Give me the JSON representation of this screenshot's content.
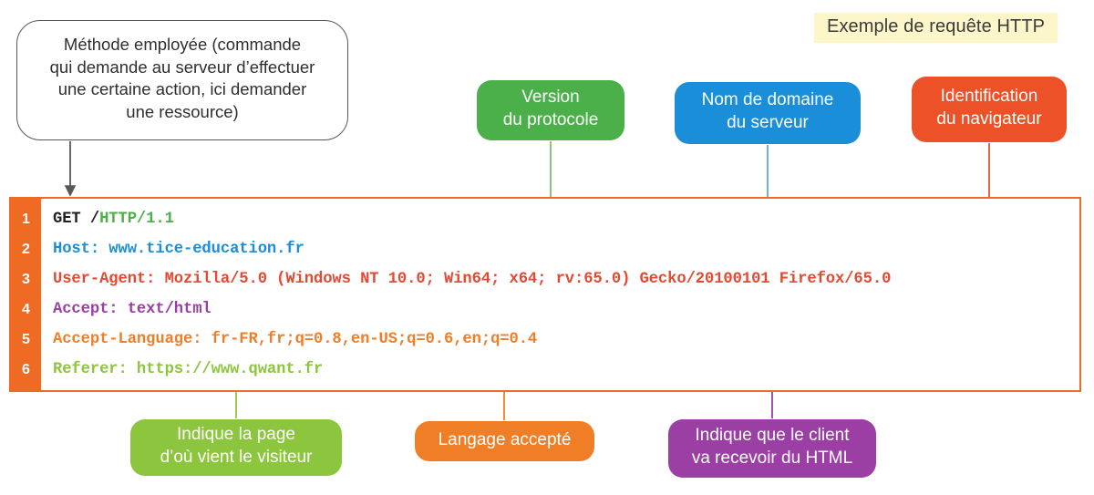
{
  "title": {
    "text": "Exemple de requête HTTP",
    "bg": "#fdf6c8"
  },
  "callouts": {
    "method": {
      "lines": [
        "Méthode employée (commande",
        "qui demande au serveur d’effectuer",
        "une certaine action, ici demander",
        "une ressource)"
      ],
      "border_color": "#58585a",
      "text_color": "#2f2f31"
    },
    "version": {
      "lines": [
        "Version",
        "du protocole"
      ],
      "color": "#4cb04a"
    },
    "domain": {
      "lines": [
        "Nom de domaine",
        "du serveur"
      ],
      "color": "#1a8ed8"
    },
    "browser": {
      "lines": [
        "Identification",
        "du navigateur"
      ],
      "color": "#ec5128"
    },
    "referer": {
      "lines": [
        "Indique la page",
        "d’où vient le visiteur"
      ],
      "color": "#8cc63e"
    },
    "language": {
      "lines": [
        "Langage accepté"
      ],
      "color": "#f07e26"
    },
    "accept": {
      "lines": [
        "Indique que le client",
        "va recevoir du HTML"
      ],
      "color": "#9b3fa5"
    }
  },
  "code": {
    "border_color": "#ef6a22",
    "gutter_color": "#ef6a22",
    "line_numbers": [
      "1",
      "2",
      "3",
      "4",
      "5",
      "6"
    ],
    "lines": [
      {
        "number": "1",
        "segments": [
          {
            "text": "GET /",
            "color": "#231f20"
          },
          {
            "text": "HTTP/1.1",
            "color": "#4cb04a"
          }
        ]
      },
      {
        "number": "2",
        "segments": [
          {
            "text": "Host: www.tice-education.fr",
            "color": "#1a8ed8"
          }
        ]
      },
      {
        "number": "3",
        "segments": [
          {
            "text": "User-Agent: Mozilla/5.0 (Windows NT 10.0; Win64; x64; rv:65.0) Gecko/20100101 Firefox/65.0",
            "color": "#e24a33"
          }
        ]
      },
      {
        "number": "4",
        "segments": [
          {
            "text": "Accept: text/html",
            "color": "#9b3fa5"
          }
        ]
      },
      {
        "number": "5",
        "segments": [
          {
            "text": "Accept-Language: fr-FR,fr;q=0.8,en-US;q=0.6,en;q=0.4",
            "color": "#f07e26"
          }
        ]
      },
      {
        "number": "6",
        "segments": [
          {
            "text": "Referer: https://www.qwant.fr",
            "color": "#8cc63e"
          }
        ]
      }
    ]
  },
  "connectors": [
    {
      "name": "method-to-line1",
      "color": "#58585a",
      "target_line": 1
    },
    {
      "name": "version-to-line1",
      "color": "#4cb04a",
      "target_line": 1
    },
    {
      "name": "domain-to-line2",
      "color": "#5ba9dd",
      "target_line": 2
    },
    {
      "name": "browser-to-line3",
      "color": "#ec5128",
      "target_line": 3
    },
    {
      "name": "accept-to-line4",
      "color": "#9b3fa5",
      "target_line": 4
    },
    {
      "name": "language-to-line5",
      "color": "#f07e26",
      "target_line": 5
    },
    {
      "name": "referer-to-line6",
      "color": "#8cc63e",
      "target_line": 6
    }
  ]
}
